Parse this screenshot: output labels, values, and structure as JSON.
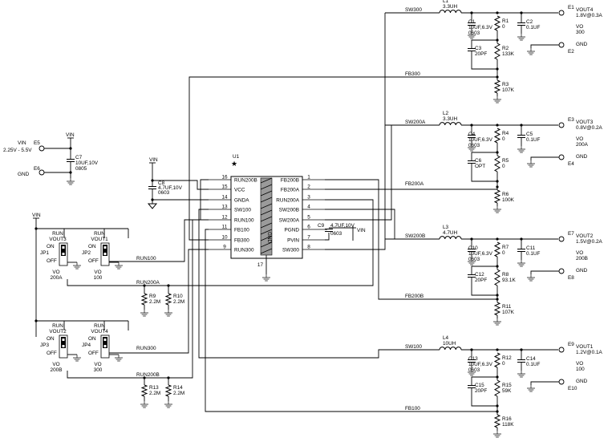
{
  "ic": {
    "ref": "U1",
    "star": "★",
    "left_pins": [
      {
        "num": "16",
        "name": "RUN200B"
      },
      {
        "num": "15",
        "name": "VCC"
      },
      {
        "num": "14",
        "name": "GNDA"
      },
      {
        "num": "13",
        "name": "SW100"
      },
      {
        "num": "12",
        "name": "RUN100"
      },
      {
        "num": "11",
        "name": "FB100"
      },
      {
        "num": "10",
        "name": "FB300"
      },
      {
        "num": "9",
        "name": "RUN300"
      }
    ],
    "right_pins": [
      {
        "num": "1",
        "name": "FB200B"
      },
      {
        "num": "2",
        "name": "FB200A"
      },
      {
        "num": "3",
        "name": "RUN200A"
      },
      {
        "num": "4",
        "name": "SW200B"
      },
      {
        "num": "5",
        "name": "SW200A"
      },
      {
        "num": "6",
        "name": "PGND"
      },
      {
        "num": "7",
        "name": "PVIN"
      },
      {
        "num": "8",
        "name": "SW300"
      }
    ],
    "gnd_label": "GND",
    "gnd_pin": "17"
  },
  "vin_input": {
    "vin_label": "VIN",
    "range": "2.25V - 5.5V",
    "e5": "E5",
    "e6": "E6",
    "gnd": "GND",
    "vin_net": "VIN",
    "c7": [
      "C7",
      "10UF,10V",
      "0805"
    ]
  },
  "c8": {
    "vin": "VIN",
    "ref": "C8",
    "value": "4.7UF,10V",
    "size": "0603"
  },
  "c9": {
    "ref": "C9",
    "value": "4.7UF,10V",
    "size": "0603",
    "vin": "VIN"
  },
  "nets": {
    "sw300": "SW300",
    "fb300": "FB300",
    "sw200a": "SW200A",
    "fb200a": "FB200A",
    "sw200b": "SW200B",
    "fb200b": "FB200B",
    "sw100": "SW100",
    "fb100": "FB100",
    "run100": "RUN100",
    "run200a": "RUN200A",
    "run300": "RUN300",
    "run200b": "RUN200B",
    "vin": "VIN"
  },
  "run_resistors": [
    {
      "ref": "R9",
      "value": "2.2M"
    },
    {
      "ref": "R10",
      "value": "2.2M"
    },
    {
      "ref": "R13",
      "value": "2.2M"
    },
    {
      "ref": "R14",
      "value": "2.2M"
    }
  ],
  "jumpers": [
    {
      "top": "RUN",
      "mid": "VOUT3",
      "ref": "JP1",
      "on": "ON",
      "off": "OFF",
      "bot1": "VO",
      "bot2": "200A"
    },
    {
      "top": "RUN",
      "mid": "VOUT1",
      "ref": "JP2",
      "on": "ON",
      "off": "OFF",
      "bot1": "VO",
      "bot2": "100"
    },
    {
      "top": "RUN",
      "mid": "VOUT2",
      "ref": "JP3",
      "on": "ON",
      "off": "OFF",
      "bot1": "VO",
      "bot2": "200B"
    },
    {
      "top": "RUN",
      "mid": "VOUT4",
      "ref": "JP4",
      "on": "ON",
      "off": "OFF",
      "bot1": "VO",
      "bot2": "300"
    }
  ],
  "outputs": [
    {
      "sw": "SW300",
      "fb": "FB300",
      "l": [
        "L1",
        "3.3UH"
      ],
      "cout": [
        "C1",
        "10UF,6.3V",
        "0603"
      ],
      "rtop": [
        "R1",
        "0"
      ],
      "cff": [
        "C3",
        "20PF"
      ],
      "rmid": [
        "R2",
        "133K"
      ],
      "rbot": [
        "R3",
        "107K"
      ],
      "cbyp": [
        "C2",
        "0.1UF"
      ],
      "e_top": "E1",
      "vout": "VOUT4",
      "rating": "1.8V@0.3A",
      "vo1": "VO",
      "vo2": "300",
      "gnd": "GND",
      "e_bot": "E2"
    },
    {
      "sw": "SW200A",
      "fb": "FB200A",
      "l": [
        "L2",
        "3.3UH"
      ],
      "cout": [
        "C4",
        "10UF,6.3V",
        "0603"
      ],
      "rtop": [
        "R4",
        "0"
      ],
      "cff": [
        "C6",
        "OPT"
      ],
      "rmid": [
        "R5",
        "0"
      ],
      "rbot": [
        "R6",
        "100K"
      ],
      "cbyp": [
        "C5",
        "0.1UF"
      ],
      "e_top": "E3",
      "vout": "VOUT3",
      "rating": "0.8V@0.2A",
      "vo1": "VO",
      "vo2": "200A",
      "gnd": "GND",
      "e_bot": "E4"
    },
    {
      "sw": "SW200B",
      "fb": "FB200B",
      "l": [
        "L3",
        "4.7UH"
      ],
      "cout": [
        "C10",
        "10UF,6.3V",
        "0603"
      ],
      "rtop": [
        "R7",
        "0"
      ],
      "cff": [
        "C12",
        "20PF"
      ],
      "rmid": [
        "R8",
        "93.1K"
      ],
      "rbot": [
        "R11",
        "107K"
      ],
      "cbyp": [
        "C11",
        "0.1UF"
      ],
      "e_top": "E7",
      "vout": "VOUT2",
      "rating": "1.5V@0.2A",
      "vo1": "VO",
      "vo2": "200B",
      "gnd": "GND",
      "e_bot": "E8"
    },
    {
      "sw": "SW100",
      "fb": "FB100",
      "l": [
        "L4",
        "10UH"
      ],
      "cout": [
        "C13",
        "10UF,6.3V",
        "0603"
      ],
      "rtop": [
        "R12",
        "0"
      ],
      "cff": [
        "C15",
        "20PF"
      ],
      "rmid": [
        "R15",
        "59K"
      ],
      "rbot": [
        "R16",
        "118K"
      ],
      "cbyp": [
        "C14",
        "0.1UF"
      ],
      "e_top": "E9",
      "vout": "VOUT1",
      "rating": "1.2V@0.1A",
      "vo1": "VO",
      "vo2": "100",
      "gnd": "GND",
      "e_bot": "E10"
    }
  ]
}
